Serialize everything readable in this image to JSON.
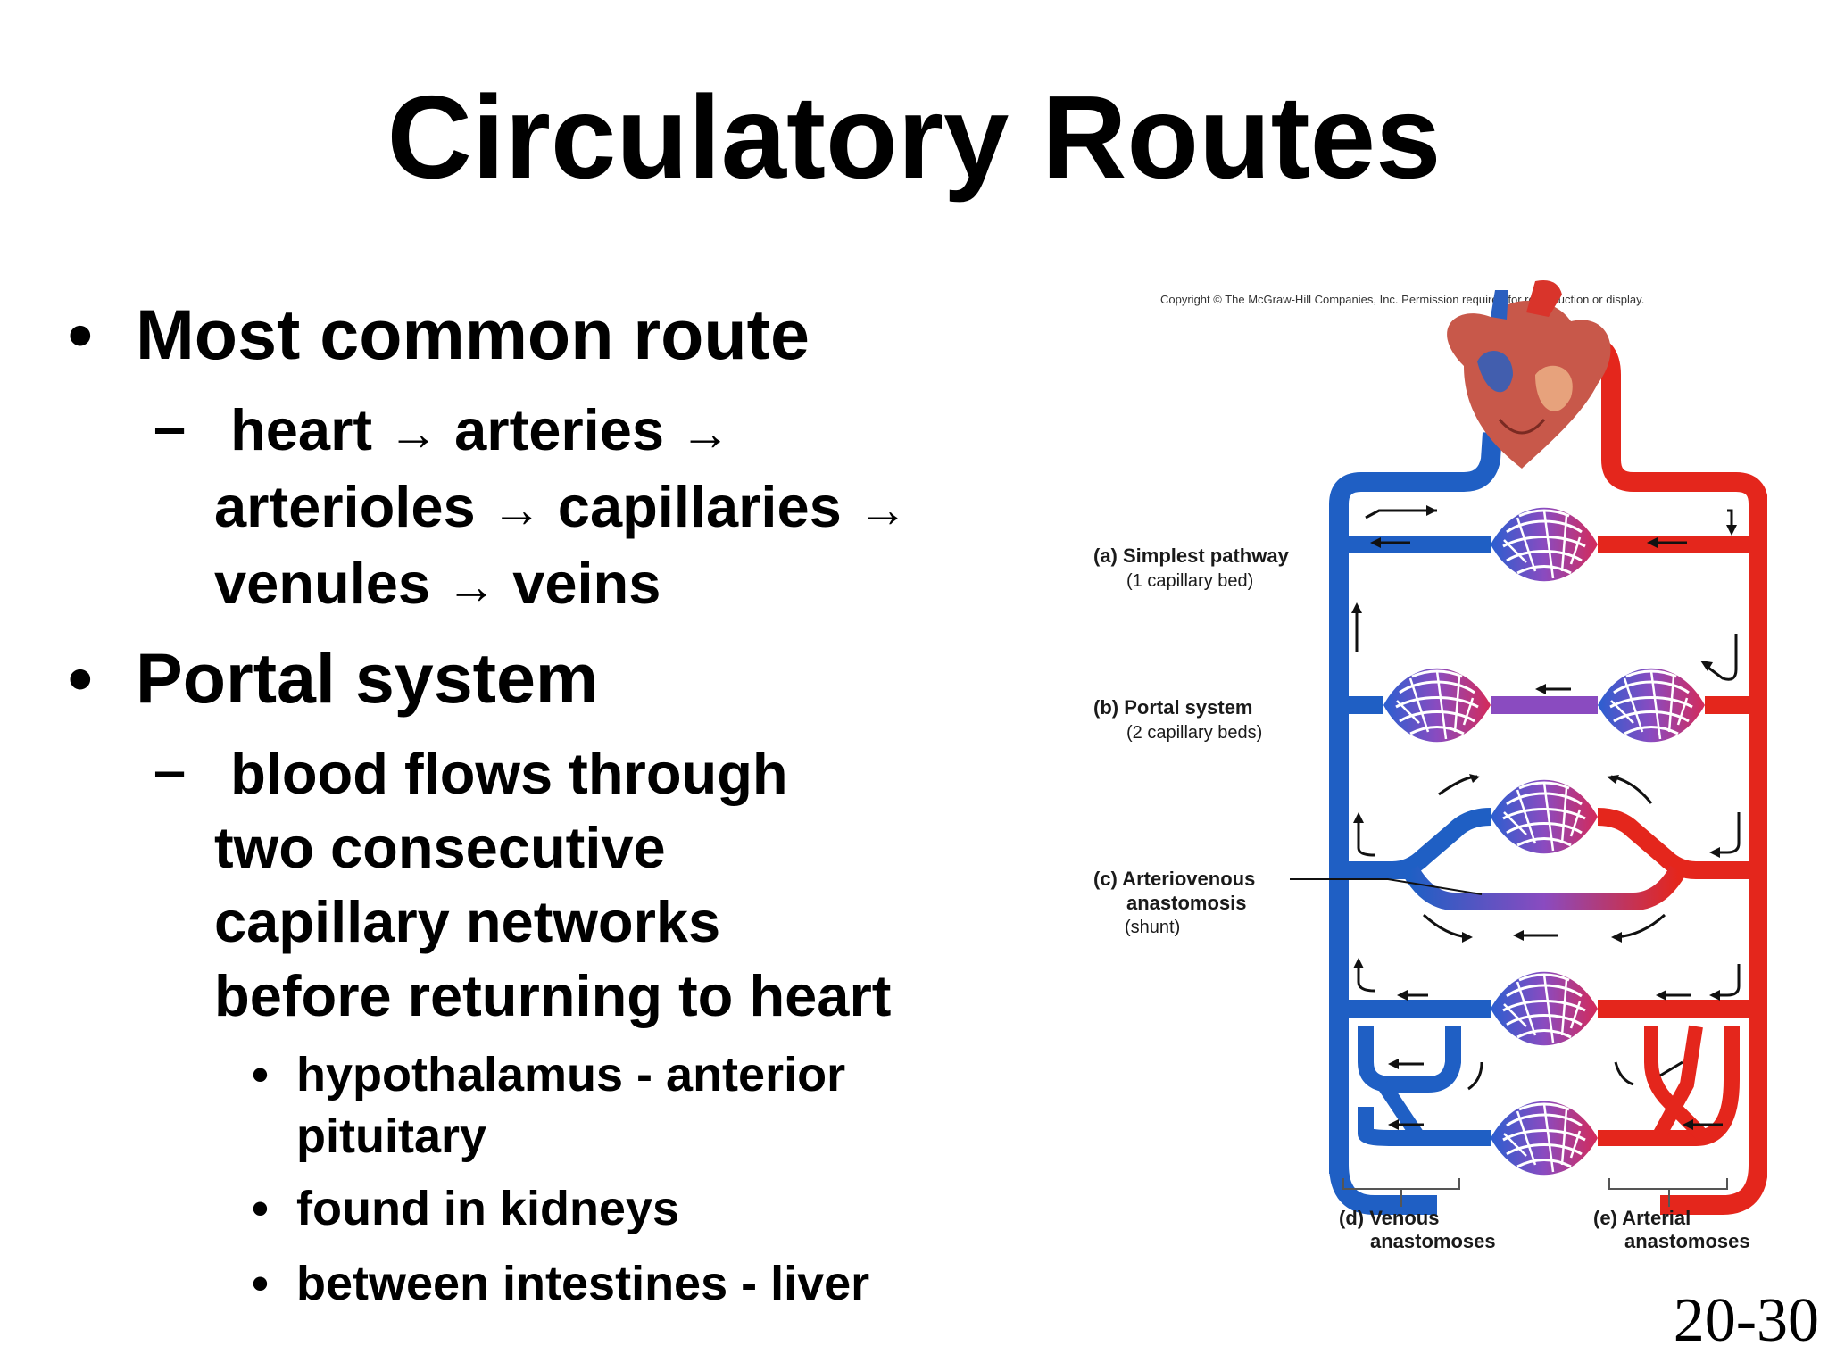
{
  "slide": {
    "title": "Circulatory Routes",
    "page_number": "20-30"
  },
  "bullets": {
    "b1": "Most common route",
    "b1_sub": {
      "dash": "–",
      "line1_a": "heart",
      "line1_b": "arteries",
      "line2_a": "arterioles",
      "line2_b": "capillaries",
      "line3_a": "venules",
      "line3_b": "veins",
      "arrow": "→"
    },
    "b2": "Portal system",
    "b2_sub": {
      "dash": "–",
      "lines": [
        "blood flows through",
        "two consecutive",
        "capillary networks",
        "before returning to heart"
      ]
    },
    "b2_subsub": [
      "hypothalamus - anterior",
      "pituitary",
      "found in kidneys",
      "between intestines - liver"
    ],
    "dot": "•"
  },
  "figure": {
    "copyright": "Copyright © The McGraw-Hill Companies, Inc. Permission required for reproduction or display.",
    "labels": {
      "a_title": "(a) Simplest pathway",
      "a_sub": "(1 capillary bed)",
      "b_title": "(b) Portal system",
      "b_sub": "(2 capillary beds)",
      "c_title": "(c) Arteriovenous",
      "c_title2": "anastomosis",
      "c_sub": "(shunt)",
      "d_title": "(d) Venous",
      "d_title2": "anastomoses",
      "e_title": "(e) Arterial",
      "e_title2": "anastomoses"
    },
    "colors": {
      "vein": "#1f5fc4",
      "artery": "#e4261c",
      "capillary_mid": "#8a4bc0"
    }
  }
}
